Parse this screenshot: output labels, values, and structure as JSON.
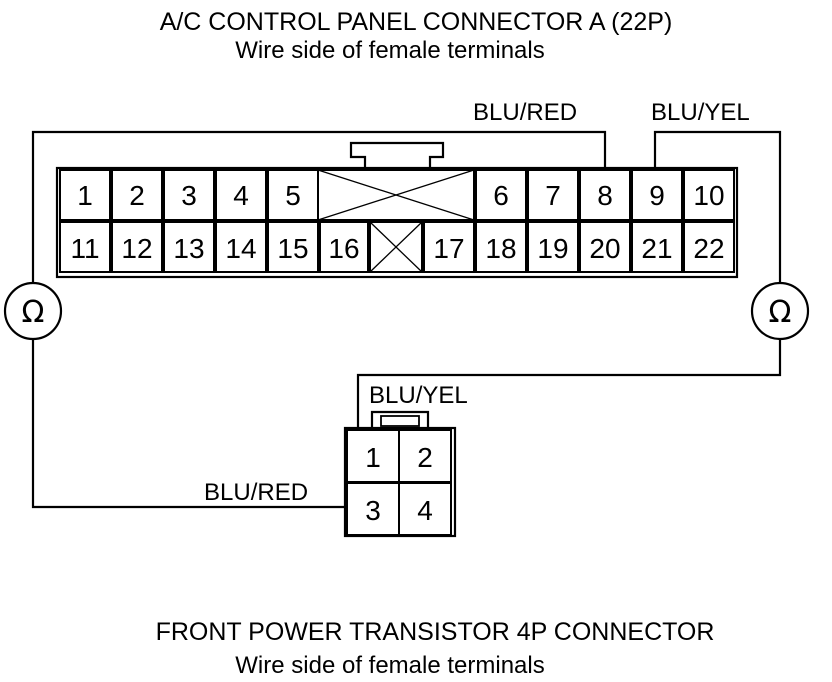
{
  "title_top": "A/C CONTROL PANEL CONNECTOR A (22P)",
  "subtitle_top": "Wire side of female terminals",
  "title_bottom": "FRONT POWER TRANSISTOR 4P CONNECTOR",
  "subtitle_bottom": "Wire side of female terminals",
  "connector_a": {
    "row1": [
      "1",
      "2",
      "3",
      "4",
      "5",
      "6",
      "7",
      "8",
      "9",
      "10"
    ],
    "row2": [
      "11",
      "12",
      "13",
      "14",
      "15",
      "16",
      "17",
      "18",
      "19",
      "20",
      "21",
      "22"
    ]
  },
  "connector_b": {
    "pins": [
      "1",
      "2",
      "3",
      "4"
    ]
  },
  "wires": {
    "top_left_label": "BLU/RED",
    "top_right_label": "BLU/YEL",
    "bottom_top_label": "BLU/YEL",
    "bottom_left_label": "BLU/RED"
  },
  "meters": {
    "left_symbol": "Ω",
    "right_symbol": "Ω"
  }
}
